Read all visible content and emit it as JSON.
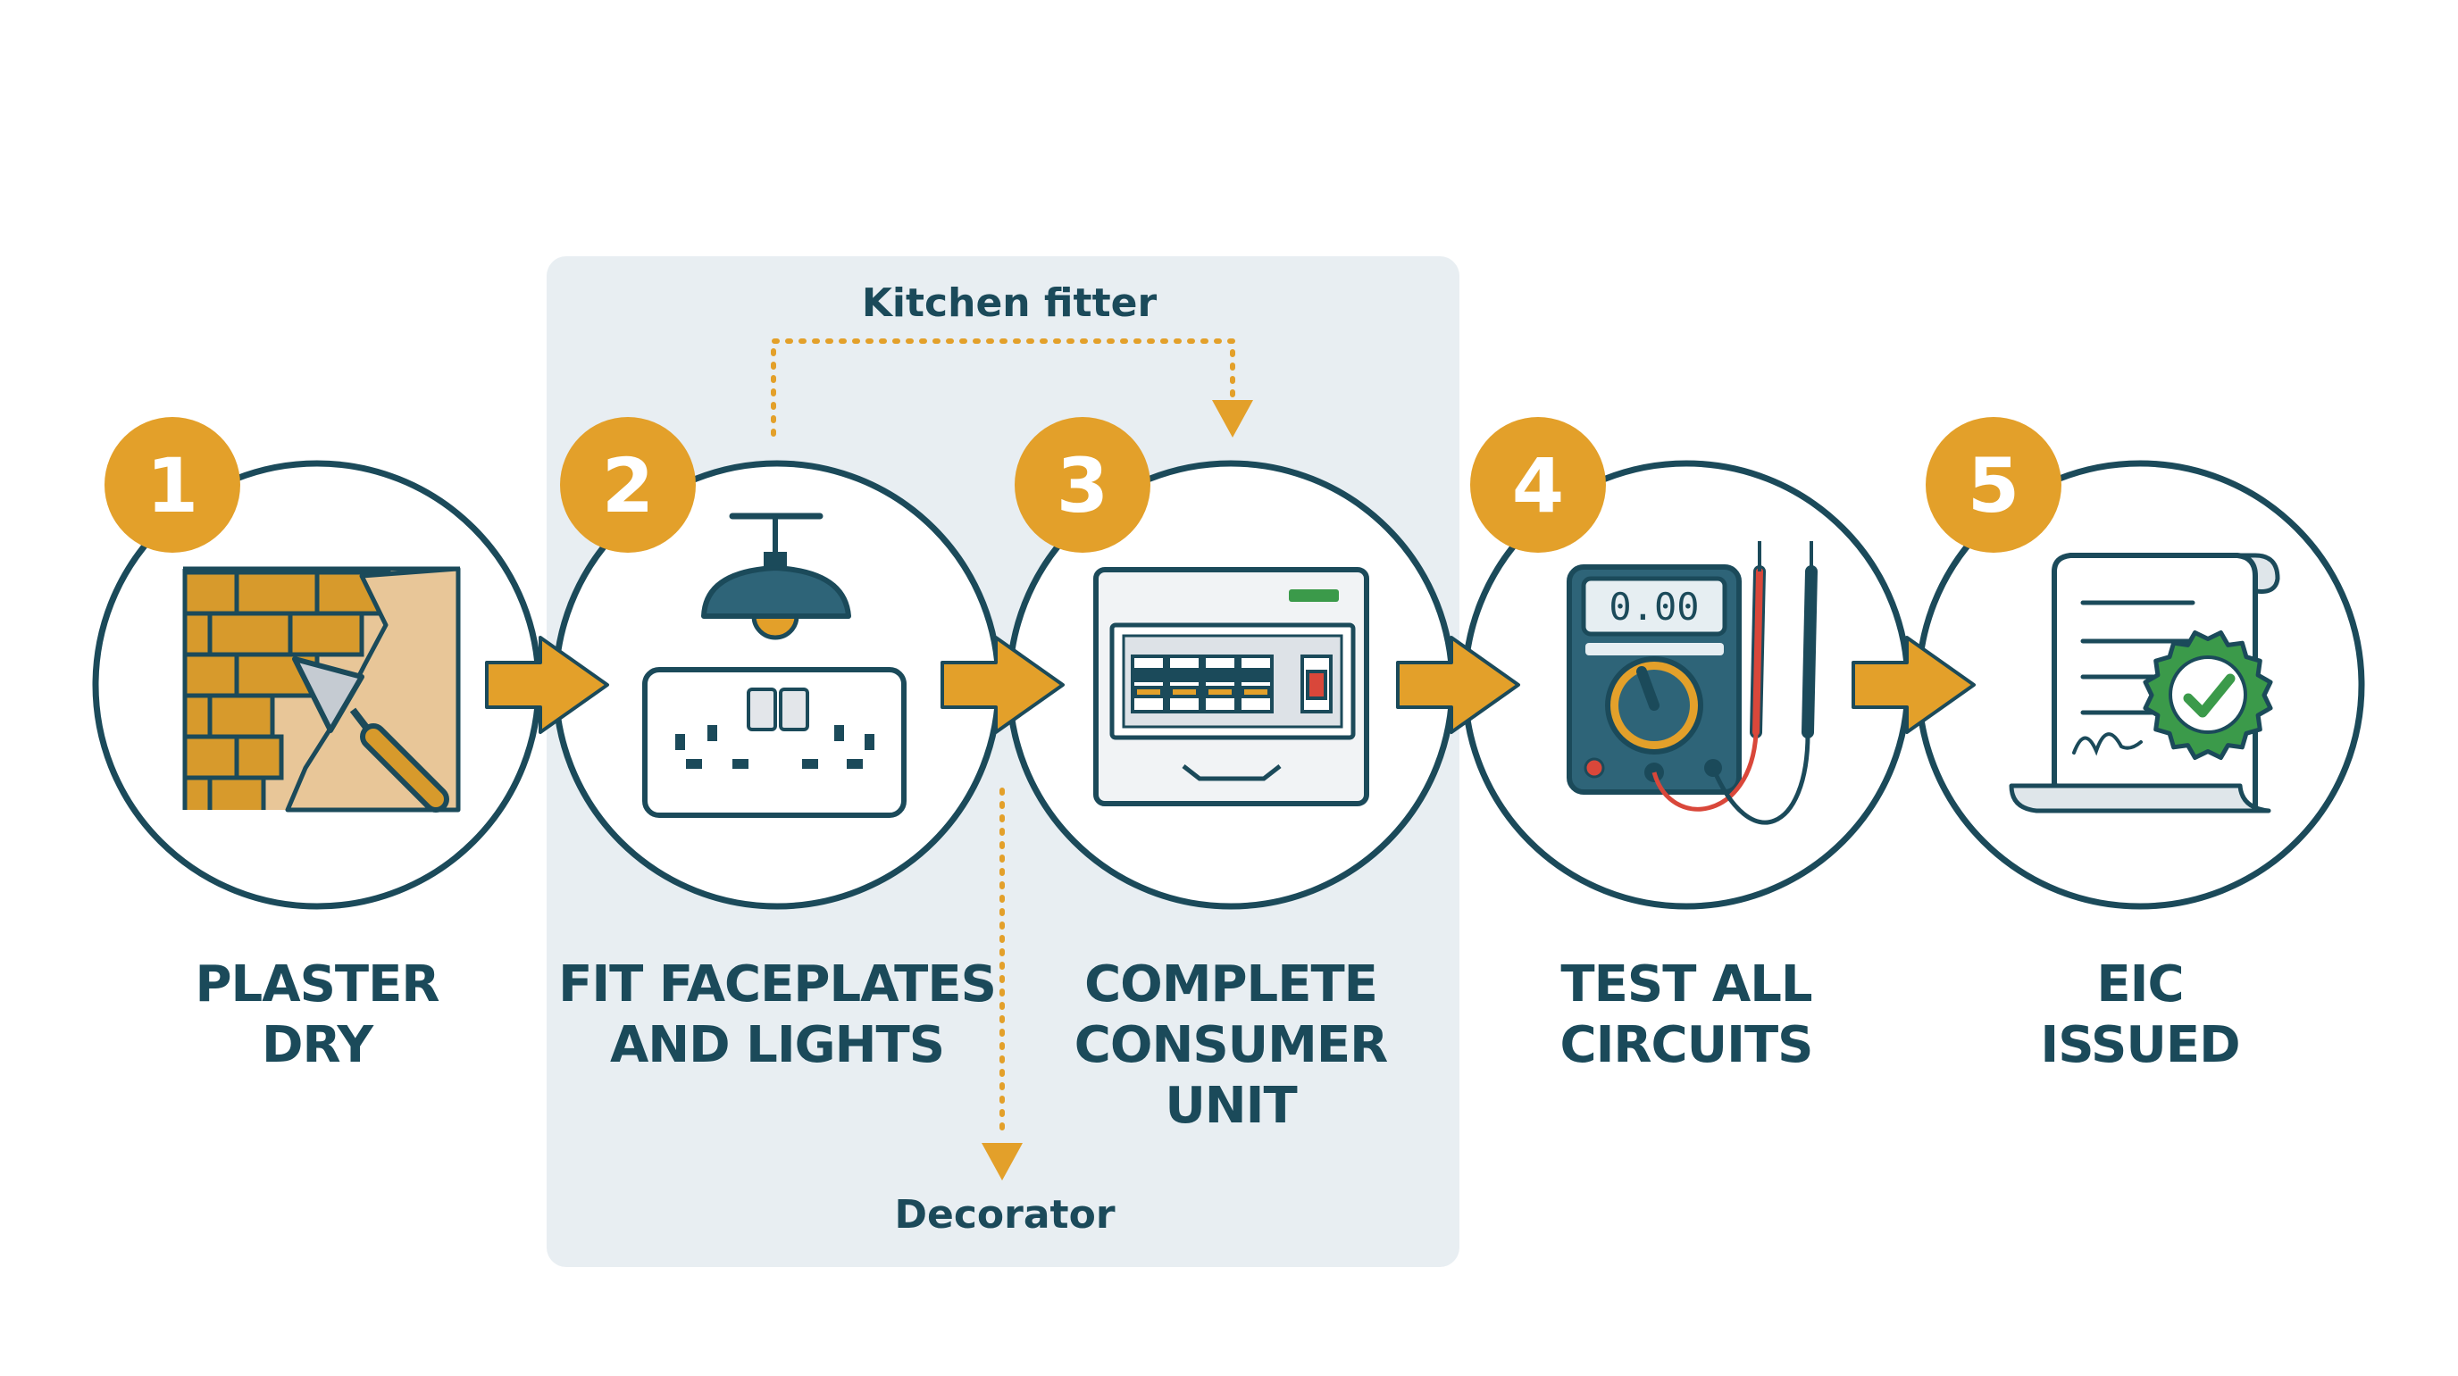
{
  "colors": {
    "navy": "#1b4a5a",
    "amber": "#e3a02a",
    "panel": "#e8eef2",
    "brick": "#d79a2c",
    "plaster": "#e8c698",
    "green": "#3b9a4a",
    "red": "#d9473a"
  },
  "steps": [
    {
      "number": "1",
      "label_lines": [
        "PLASTER",
        "DRY"
      ],
      "icon": "brick-wall-trowel-icon"
    },
    {
      "number": "2",
      "label_lines": [
        "FIT FACEPLATES",
        "AND LIGHTS"
      ],
      "icon": "socket-and-pendant-light-icon"
    },
    {
      "number": "3",
      "label_lines": [
        "COMPLETE",
        "CONSUMER",
        "UNIT"
      ],
      "icon": "consumer-unit-icon"
    },
    {
      "number": "4",
      "label_lines": [
        "TEST ALL",
        "CIRCUITS"
      ],
      "icon": "multimeter-icon"
    },
    {
      "number": "5",
      "label_lines": [
        "EIC",
        "ISSUED"
      ],
      "icon": "certificate-icon"
    }
  ],
  "roles": {
    "kitchen_fitter": "Kitchen fitter",
    "decorator": "Decorator"
  },
  "multimeter_reading": "0.00"
}
